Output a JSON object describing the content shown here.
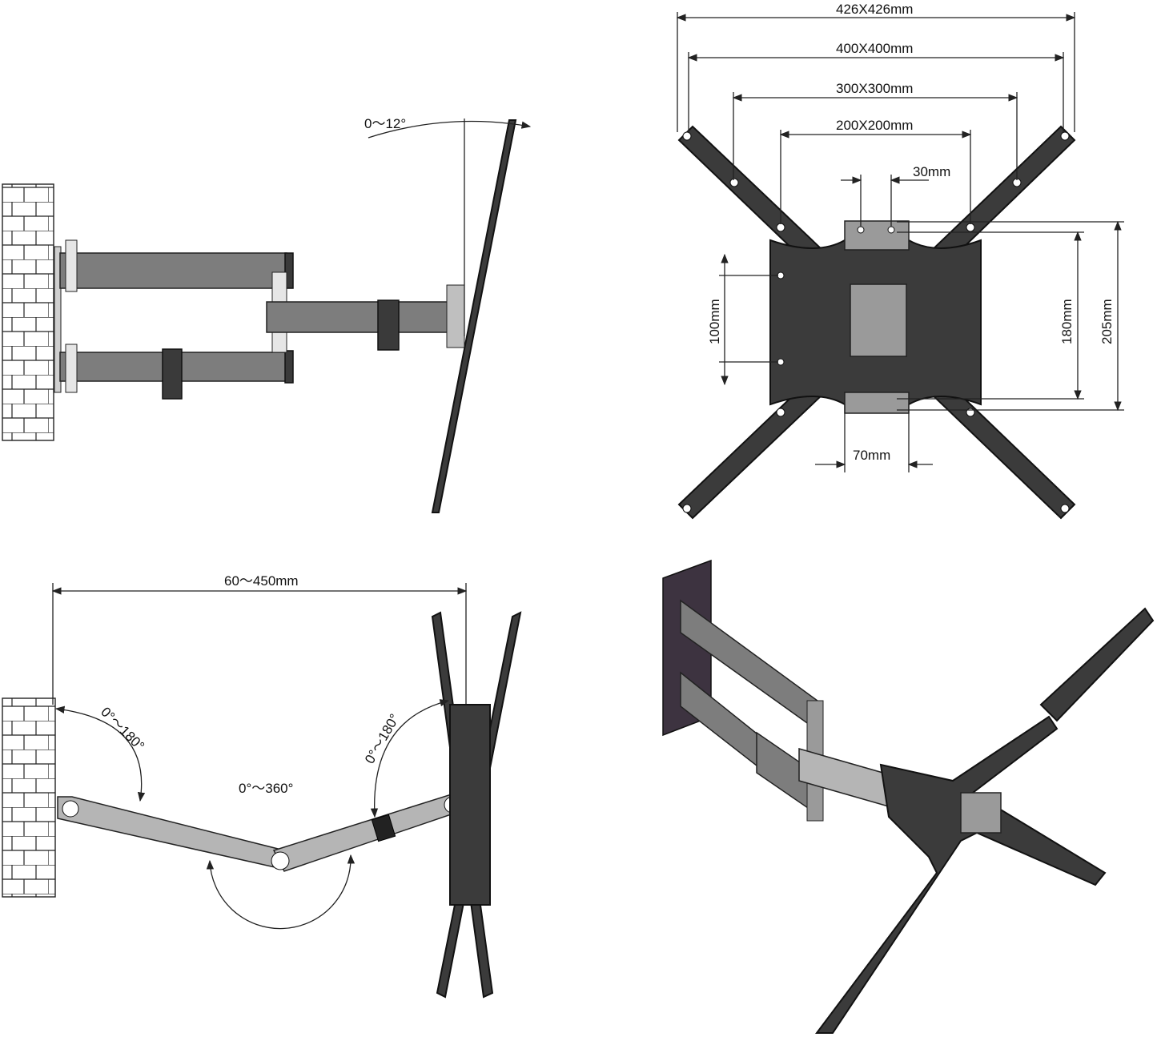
{
  "top_left": {
    "tilt_label": "0～12°"
  },
  "top_right": {
    "dimensions": {
      "d426": "426X426mm",
      "d400": "400X400mm",
      "d300": "300X300mm",
      "d200": "200X200mm",
      "d30": "30mm",
      "d100": "100mm",
      "d180": "180mm",
      "d205": "205mm",
      "d70": "70mm"
    }
  },
  "bottom_left": {
    "extension_label": "60～450mm",
    "swivel_wall_label": "0°～180°",
    "swivel_middle_label": "0°～360°",
    "swivel_head_label": "0°～180°"
  },
  "colors": {
    "arm_gray": "#7d7d7d",
    "arm_light": "#b5b5b5",
    "bracket_dark": "#3b3b3b",
    "wall_plate_purple": "#3d3340"
  }
}
